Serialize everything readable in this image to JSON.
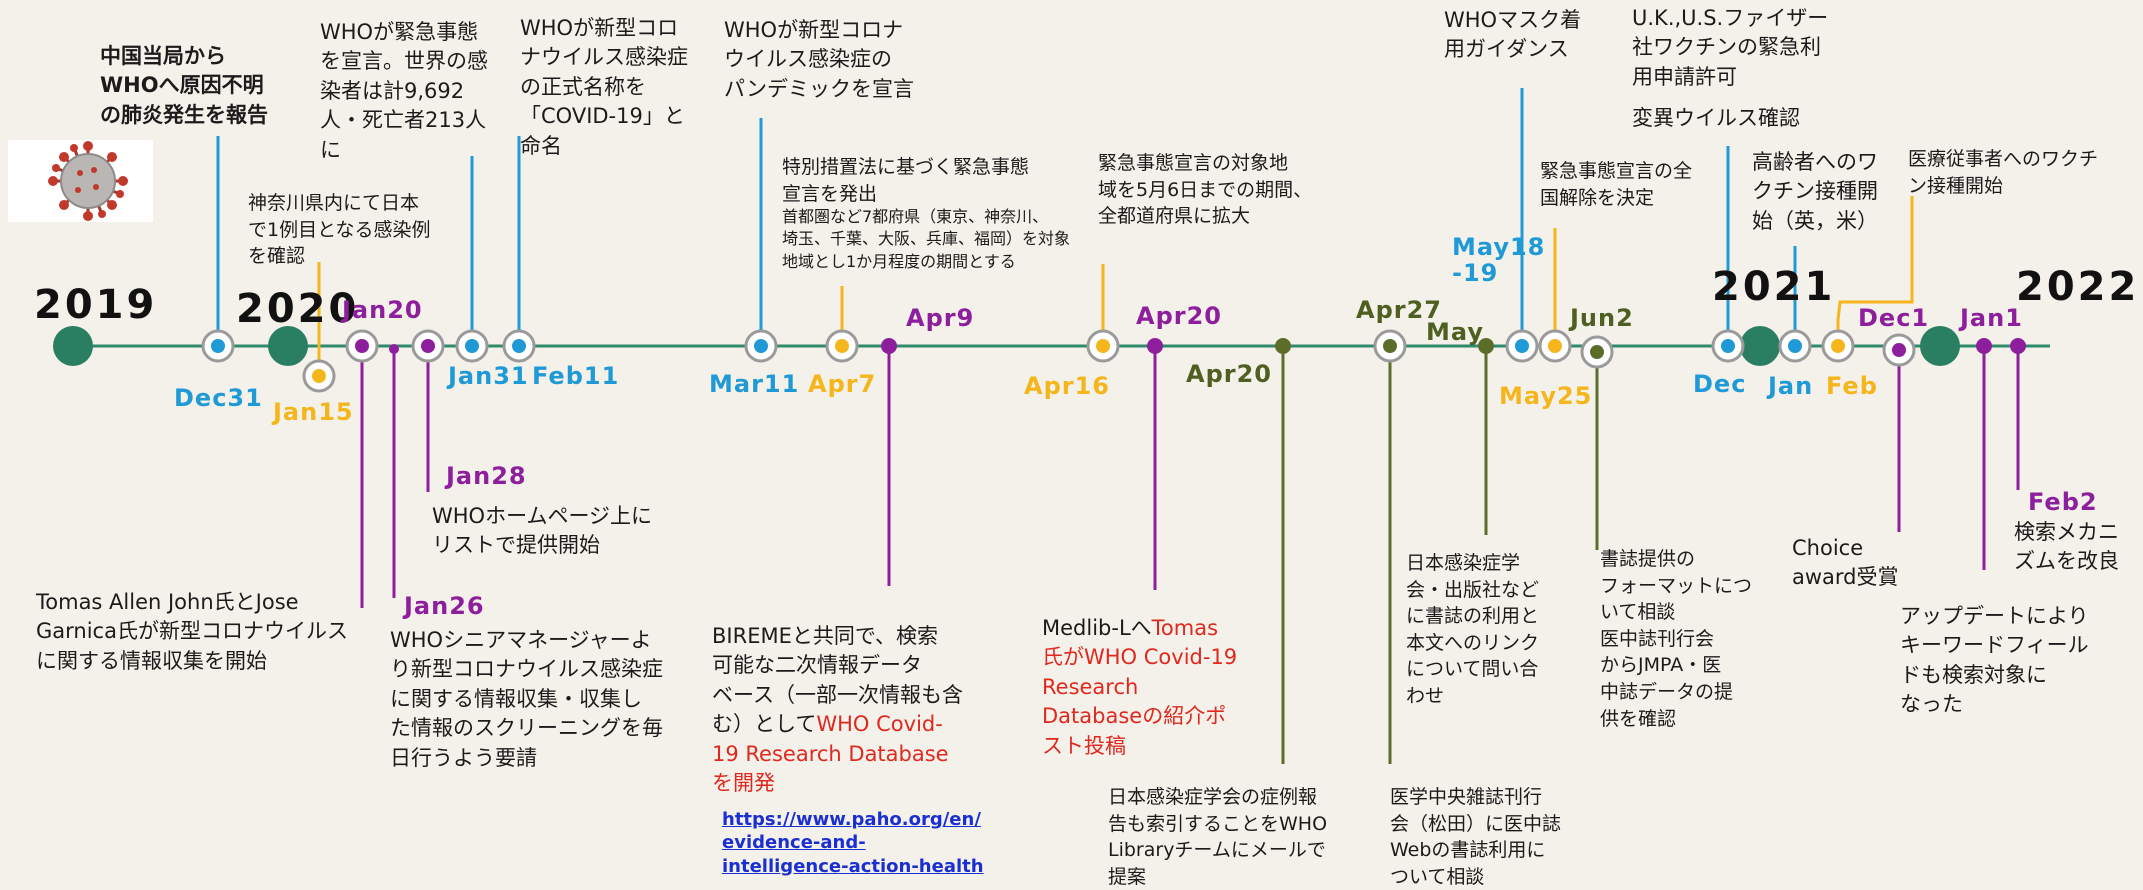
{
  "years": [
    "2019",
    "2020",
    "2021",
    "2022"
  ],
  "date_labels": {
    "dec31": "Dec31",
    "jan15": "Jan15",
    "jan20": "Jan20",
    "jan26": "Jan26",
    "jan28": "Jan28",
    "jan31": "Jan31",
    "feb11": "Feb11",
    "mar11": "Mar11",
    "apr7": "Apr7",
    "apr9": "Apr9",
    "apr16": "Apr16",
    "apr20_purple": "Apr20",
    "apr20_olive": "Apr20",
    "apr27": "Apr27",
    "may": "May",
    "may18_a": "May18",
    "may18_b": "-19",
    "may25": "May25",
    "jun2": "Jun2",
    "dec": "Dec",
    "jan": "Jan",
    "feb": "Feb",
    "dec1": "Dec1",
    "jan1": "Jan1",
    "feb2": "Feb2"
  },
  "events": {
    "china_report": [
      "中国当局から",
      "WHOへ原因不明",
      "の肺炎発生を報告"
    ],
    "kanagawa": [
      "神奈川県内にて日本",
      "で1例目となる感染例",
      "を確認"
    ],
    "emergency": [
      "WHOが緊急事態",
      "を宣言。世界の感",
      "染者は計9,692",
      "人・死亡者213人",
      "に"
    ],
    "naming": [
      "WHOが新型コロ",
      "ナウイルス感染症",
      "の正式名称を",
      "「COVID-19」と",
      "命名"
    ],
    "pandemic": [
      "WHOが新型コロナ",
      "ウイルス感染症の",
      "パンデミックを宣言"
    ],
    "special_measures": [
      "特別措置法に基づく緊急事態",
      "宣言を発出"
    ],
    "special_measures_detail": [
      "首都圏など7都府県（東京、神奈川、",
      "埼玉、千葉、大阪、兵庫、福岡）を対象",
      "地域とし1か月程度の期間とする"
    ],
    "expand": [
      "緊急事態宣言の対象地",
      "域を5月6日までの期間、",
      "全都道府県に拡大"
    ],
    "mask": [
      "WHOマスク着",
      "用ガイダンス"
    ],
    "lift": [
      "緊急事態宣言の全",
      "国解除を決定"
    ],
    "pfizer": [
      "U.K.,U.S.ファイザー",
      "社ワクチンの緊急利",
      "用申請許可"
    ],
    "variant": "変異ウイルス確認",
    "elderly_vaccine": [
      "高齢者へのワ",
      "クチン接種開",
      "始（英，米）"
    ],
    "medical_vaccine": [
      "医療従事者へのワクチ",
      "ン接種開始"
    ],
    "tomas": [
      "Tomas Allen John氏とJose",
      "Garnica氏が新型コロナウイルス",
      "に関する情報収集を開始"
    ],
    "who_homepage": [
      "WHOホームページ上に",
      "リストで提供開始"
    ],
    "who_senior": [
      "WHOシニアマネージャーよ",
      "り新型コロナウイルス感染症",
      "に関する情報収集・収集し",
      "た情報のスクリーニングを毎",
      "日行うよう要請"
    ],
    "bireme": [
      "BIREMEと共同で、検索",
      "可能な二次情報データ",
      "ベース（一部一次情報も含",
      "む）として"
    ],
    "bireme_red": [
      "WHO Covid-",
      "19 Research Database",
      "を開発"
    ],
    "link": [
      "https://www.paho.org/en/",
      "evidence-and-",
      "intelligence-action-health"
    ],
    "medlib_black": "Medlib-Lへ",
    "medlib_red": [
      "Tomas",
      "氏がWHO Covid-19",
      "Research",
      "Databaseの紹介ポ",
      "スト投稿"
    ],
    "jsid_email": [
      "日本感染症学会の症例報",
      "告も索引することをWHO",
      "Libraryチームにメールで",
      "提案"
    ],
    "igaku": [
      "医学中央雑誌刊行",
      "会（松田）に医中誌",
      "Webの書誌利用に",
      "ついて相談"
    ],
    "jsid_publishers": [
      "日本感染症学",
      "会・出版社など",
      "に書誌の利用と",
      "本文へのリンク",
      "について問い合",
      "わせ"
    ],
    "format": [
      "書誌提供の",
      "フォーマットにつ",
      "いて相談",
      "医中誌刊行会",
      "からJMPA・医",
      "中誌データの提",
      "供を確認"
    ],
    "choice": [
      "Choice",
      "award受賞"
    ],
    "update": [
      "アップデートにより",
      "キーワードフィール",
      "ドも検索対象に",
      "なった"
    ],
    "search_improve": [
      "検索メカニ",
      "ズムを改良"
    ]
  },
  "colors": {
    "line": "#2e8a6a",
    "year_dot": "#2a7f62",
    "blue": "#1f9ad6",
    "yellow": "#f4b61c",
    "purple": "#8e1f9c",
    "olive": "#4f5f22",
    "ring": "#9a9a9a",
    "background": "#f4f1ea"
  },
  "icons": {
    "virus": "coronavirus-image"
  }
}
